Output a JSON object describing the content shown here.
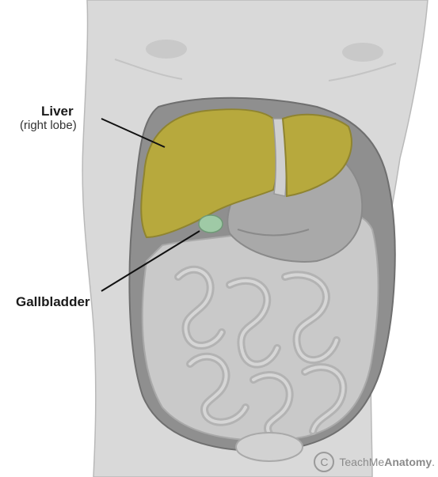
{
  "labels": {
    "liver_title": "Liver",
    "liver_sub": "(right lobe)",
    "gallbladder": "Gallbladder"
  },
  "watermark": {
    "symbol": "C",
    "brand_regular": "TeachMe",
    "brand_bold": "Anatomy",
    "brand_suffix": "."
  },
  "colors": {
    "torso": "#d9d9d9",
    "cavity": "#8f8f8f",
    "liver": "#b7a93d",
    "gallbladder": "#9fcaa6",
    "intestine": "#c9c9c9"
  }
}
